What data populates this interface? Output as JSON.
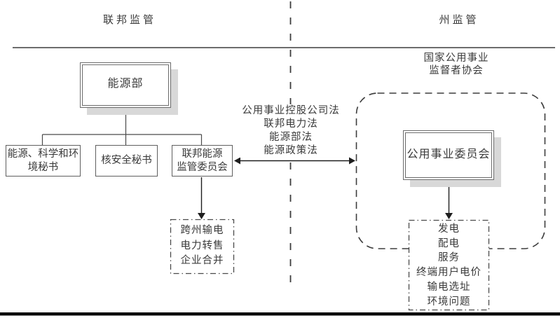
{
  "titles": {
    "federal": "联邦监管",
    "state": "州监管"
  },
  "federal": {
    "doe": "能源部",
    "secretaries": [
      {
        "lines": [
          "能源、科学和环",
          "境秘书"
        ]
      },
      {
        "lines": [
          "核安全秘书",
          ""
        ]
      },
      {
        "lines": [
          "联邦能源",
          "监管委员会"
        ]
      }
    ],
    "ferc_scope": {
      "items": [
        "跨州输电",
        "电力转售",
        "企业合并"
      ]
    }
  },
  "laws": {
    "items": [
      "公用事业控股公司法",
      "联邦电力法",
      "能源部法",
      "能源政策法"
    ]
  },
  "state": {
    "association": {
      "lines": [
        "国家公用事业",
        "监督者协会"
      ]
    },
    "puc": "公用事业委员会",
    "puc_scope": {
      "items": [
        "发电",
        "配电",
        "服务",
        "终端用户电价",
        "输电选址",
        "环境问题"
      ]
    }
  },
  "colors": {
    "line": "#3d3d3d",
    "box_border": "#6b6b6b",
    "box_border_dark": "#5f5f5f",
    "shadow": "#d8d8d8",
    "text": "#3a3a3a",
    "bottom_bar": "#050505"
  }
}
